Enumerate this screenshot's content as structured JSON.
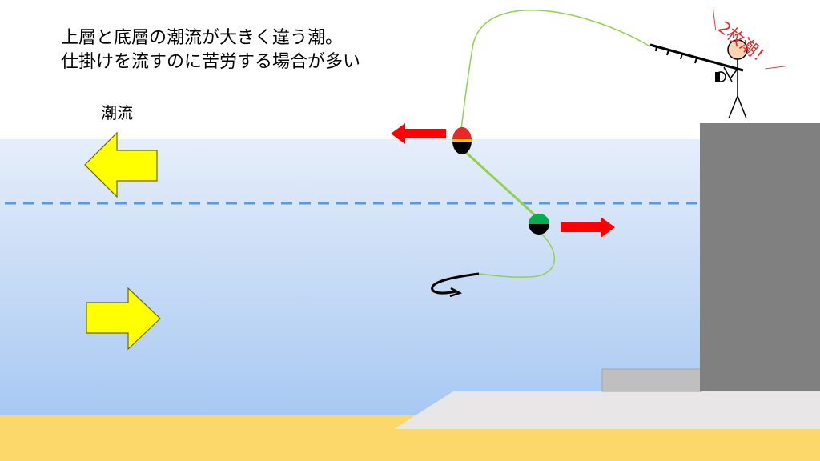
{
  "annotation": {
    "line1": "上層と底層の潮流が大きく違う潮。",
    "line2": "仕掛けを流すのに苦労する場合が多い"
  },
  "current_label": "潮流",
  "exclamation": "＼2枚潮！／",
  "colors": {
    "water_top": "#e6eefa",
    "water_bottom": "#a7c8f2",
    "sand": "#fcd86b",
    "pier": "#808080",
    "step": "#bfbfbf",
    "slope": "#e8e6e7",
    "divider": "#5b9bd5",
    "current_arrow": "#ffff00",
    "float_arrow": "#ff0000",
    "fishing_line": "#92d050",
    "float_top": "#e8272a",
    "float_mid": "#00b050",
    "exclamation": "#e8272a"
  }
}
